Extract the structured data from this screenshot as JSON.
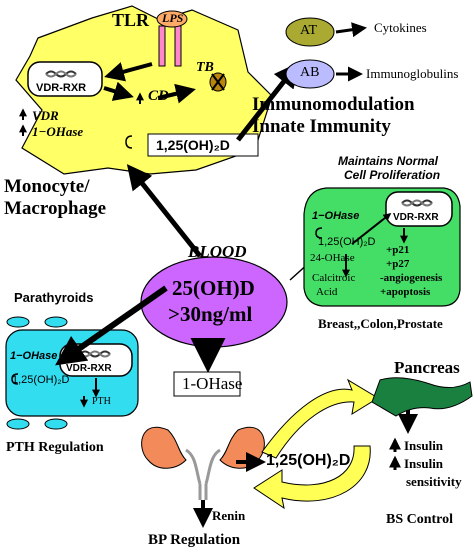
{
  "colors": {
    "macrophage": "#ffff66",
    "blood": "#cc66ff",
    "parathyroid": "#33ddf0",
    "cell": "#44dd66",
    "lps": "#ff88cc",
    "at": "#aaaa33",
    "ab": "#bbbbff",
    "pancreas": "#1a8040",
    "kidney": "#f28a5a",
    "curved_arrow": "#ffff55",
    "tb_marker": "#b8860b"
  },
  "icons": [
    "dna-helix-icon",
    "receptor-icon",
    "kidney-icon",
    "pancreas-icon"
  ],
  "macrophage": {
    "tlr": "TLR",
    "lps": "LPS",
    "tb": "TB",
    "vdr_rxr": "VDR-RXR",
    "cd": "CD",
    "vdr": "VDR",
    "ohase": "1−OHase",
    "calcitriol": "1,25(OH)₂D",
    "label_line1": "Monocyte/",
    "label_line2": "Macrophage"
  },
  "immune": {
    "at": "AT",
    "ab": "AB",
    "cytokines": "Cytokines",
    "immunoglobulins": "Immunoglobulins",
    "title_line1": "Immunomodulation",
    "title_line2": "Innate Immunity"
  },
  "blood": {
    "label": "BLOOD",
    "line1": "25(OH)D",
    "line2": ">30ng/ml"
  },
  "cell_proliferation": {
    "title_line1": "Maintains Normal",
    "title_line2": "Cell Proliferation",
    "ohase": "1−OHase",
    "calcitriol": "1,25(OH)₂D",
    "ohase24": "24-OHase",
    "calcitroic": "Calcitroic",
    "acid": "Acid",
    "vdr_rxr": "VDR-RXR",
    "p21": "+p21",
    "p27": "+p27",
    "angiogenesis": "-angiogenesis",
    "apoptosis": "+apoptosis",
    "tissues": "Breast,,Colon,Prostate"
  },
  "parathyroid": {
    "title": "Parathyroids",
    "ohase": "1−OHase",
    "calcitriol": "1,25(OH)₂D",
    "vdr_rxr": "VDR-RXR",
    "pth": "PTH",
    "regulation": "PTH Regulation"
  },
  "kidney": {
    "ohase_box": "1-OHase",
    "calcitriol": "1,25(OH)₂D",
    "renin": "Renin",
    "regulation": "BP Regulation"
  },
  "pancreas": {
    "title": "Pancreas",
    "insulin": "Insulin",
    "insulin2": "Insulin",
    "sensitivity": "sensitivity",
    "control": "BS Control"
  }
}
